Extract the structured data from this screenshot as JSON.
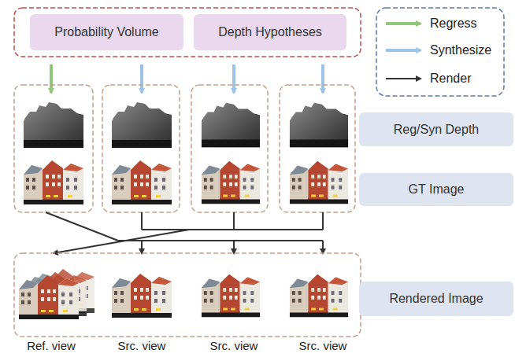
{
  "diagram": {
    "nodes": [
      {
        "text": [
          "Probability Volume"
        ]
      },
      {
        "text": [
          "Depth Hypotheses"
        ]
      },
      {
        "text": [
          "Reg/Syn Depth"
        ]
      },
      {
        "text": [
          "GT Image"
        ]
      },
      {
        "text": [
          "Rendered Image"
        ]
      }
    ],
    "labels": [
      "Ref. view",
      "Src. view",
      "Src. view",
      "Src. view"
    ],
    "legend": [
      {
        "text": "Regress"
      },
      {
        "text": "Synthesize"
      },
      {
        "text": "Render"
      }
    ]
  }
}
